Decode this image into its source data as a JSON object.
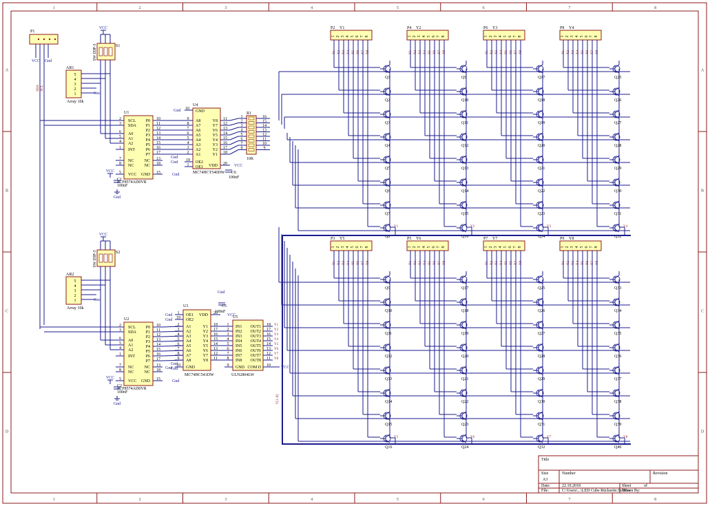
{
  "frame": {
    "columns": [
      "1",
      "2",
      "3",
      "4",
      "5",
      "6",
      "7",
      "8"
    ],
    "rows": [
      "A",
      "B",
      "C",
      "D"
    ]
  },
  "title_block": {
    "title_label": "Title",
    "size_label": "Size",
    "size_value": "A3",
    "number_label": "Number",
    "revision_label": "Revision",
    "date_label": "Date:",
    "date_value": "22.10.2018",
    "sheet_label": "Sheet",
    "sheet_of": "of",
    "file_label": "File:",
    "file_value": "C:\\Users\\...\\LED Cube Rückseite.SchDoc",
    "drawn_label": "Drawn By:"
  },
  "power": {
    "vcc": "VCC",
    "gnd": "Gnd"
  },
  "connector_p1": {
    "ref": "P1"
  },
  "sda_scl": [
    "SDA",
    "SCL"
  ],
  "blocks": [
    {
      "switch": {
        "ref": "S1",
        "type": "SW DIP-3"
      },
      "array": {
        "ref": "AR1",
        "value": "Array 10k",
        "pins": [
          "5",
          "4",
          "3",
          "2",
          "1"
        ]
      },
      "expander": {
        "ref": "U1",
        "part": "PCF8574AD0VR",
        "left_pins": [
          [
            "2",
            "SCL"
          ],
          [
            "3",
            "SDA"
          ],
          [
            "6",
            "A0"
          ],
          [
            "5",
            "A1"
          ],
          [
            "4",
            "A2"
          ],
          [
            "1",
            "INT"
          ],
          [
            "7",
            "NC"
          ],
          [
            "8",
            "NC"
          ],
          [
            "5",
            "VCC"
          ]
        ],
        "right_pins": [
          [
            "10",
            "P0"
          ],
          [
            "11",
            "P1"
          ],
          [
            "12",
            "P2"
          ],
          [
            "13",
            "P3"
          ],
          [
            "14",
            "P4"
          ],
          [
            "15",
            "P5"
          ],
          [
            "16",
            "P6"
          ],
          [
            "17",
            "P7"
          ],
          [
            "13",
            "NC"
          ],
          [
            "18",
            "NC"
          ],
          [
            "15",
            "GND"
          ]
        ]
      },
      "cap": {
        "ref": "C1",
        "value": "100nF"
      },
      "driver": {
        "ref": "U4",
        "part": "MC74HCT540DW",
        "left_pins": [
          [
            "9",
            "A8"
          ],
          [
            "8",
            "A7"
          ],
          [
            "7",
            "A6"
          ],
          [
            "6",
            "A5"
          ],
          [
            "5",
            "A4"
          ],
          [
            "4",
            "A3"
          ],
          [
            "3",
            "A2"
          ],
          [
            "2",
            "A1"
          ],
          [
            "19",
            "OE2"
          ],
          [
            "1",
            "OE1"
          ]
        ],
        "right_pins": [
          [
            "11",
            "Y8"
          ],
          [
            "12",
            "Y7"
          ],
          [
            "13",
            "Y6"
          ],
          [
            "14",
            "Y5"
          ],
          [
            "15",
            "Y4"
          ],
          [
            "16",
            "Y3"
          ],
          [
            "17",
            "Y2"
          ],
          [
            "18",
            "Y1"
          ],
          [
            "20",
            "VDD"
          ]
        ],
        "top_pin": [
          "10",
          "GND"
        ]
      },
      "cap2": {
        "ref": "C6",
        "value": "100nF"
      },
      "resistor": {
        "ref": "R1",
        "value": "10K",
        "left": [
          "1",
          "2",
          "3",
          "4",
          "5",
          "6",
          "7",
          "8"
        ],
        "right": [
          "16",
          "15",
          "14",
          "13",
          "12",
          "11",
          "10",
          "9"
        ]
      },
      "headers": [
        {
          "ref": "P2",
          "net": "Y1"
        },
        {
          "ref": "P4",
          "net": "Y2"
        },
        {
          "ref": "P6",
          "net": "Y3"
        },
        {
          "ref": "P8",
          "net": "Y4"
        }
      ],
      "transistor_start": 1
    },
    {
      "switch": {
        "ref": "S2",
        "type": "SW DIP-3"
      },
      "array": {
        "ref": "AR2",
        "value": "Array 10k",
        "pins": [
          "5",
          "4",
          "3",
          "2",
          "1"
        ]
      },
      "expander": {
        "ref": "U2",
        "part": "PCF8574AD0VR",
        "left_pins": [
          [
            "2",
            "SCL"
          ],
          [
            "3",
            "SDA"
          ],
          [
            "6",
            "A0"
          ],
          [
            "5",
            "A1"
          ],
          [
            "4",
            "A2"
          ],
          [
            "1",
            "INT"
          ],
          [
            "7",
            "NC"
          ],
          [
            "8",
            "NC"
          ],
          [
            "5",
            "VCC"
          ]
        ],
        "right_pins": [
          [
            "10",
            "P0"
          ],
          [
            "11",
            "P1"
          ],
          [
            "12",
            "P2"
          ],
          [
            "13",
            "P3"
          ],
          [
            "14",
            "P4"
          ],
          [
            "15",
            "P5"
          ],
          [
            "16",
            "P6"
          ],
          [
            "17",
            "P7"
          ],
          [
            "13",
            "NC"
          ],
          [
            "18",
            "NC"
          ],
          [
            "15",
            "GND"
          ]
        ]
      },
      "cap": {
        "ref": "C2",
        "value": "100nF"
      },
      "driver": {
        "ref": "U3",
        "part": "MC74HC541DW",
        "left_pins": [
          [
            "1",
            "OE1"
          ],
          [
            "19",
            "OE2"
          ],
          [
            "2",
            "A1"
          ],
          [
            "3",
            "A2"
          ],
          [
            "4",
            "A3"
          ],
          [
            "5",
            "A4"
          ],
          [
            "6",
            "A5"
          ],
          [
            "7",
            "A6"
          ],
          [
            "8",
            "A7"
          ],
          [
            "9",
            "A8"
          ],
          [
            "10",
            "GND"
          ]
        ],
        "right_pins": [
          [
            "20",
            "VDD"
          ],
          [
            "18",
            "Y1"
          ],
          [
            "17",
            "Y2"
          ],
          [
            "16",
            "Y3"
          ],
          [
            "15",
            "Y4"
          ],
          [
            "14",
            "Y5"
          ],
          [
            "13",
            "Y6"
          ],
          [
            "12",
            "Y7"
          ],
          [
            "11",
            "Y8"
          ]
        ]
      },
      "cap2": {
        "ref": "C5",
        "value": "100nF"
      },
      "uln": {
        "ref": "U5",
        "part": "ULN2804LW",
        "left_pins": [
          [
            "1",
            "IN1"
          ],
          [
            "2",
            "IN2"
          ],
          [
            "3",
            "IN3"
          ],
          [
            "4",
            "IN4"
          ],
          [
            "5",
            "IN5"
          ],
          [
            "6",
            "IN6"
          ],
          [
            "7",
            "IN7"
          ],
          [
            "8",
            "IN8"
          ],
          [
            "9",
            "GND"
          ]
        ],
        "right_pins": [
          [
            "18",
            "OUT1"
          ],
          [
            "17",
            "OUT2"
          ],
          [
            "16",
            "OUT3"
          ],
          [
            "15",
            "OUT4"
          ],
          [
            "14",
            "OUT5"
          ],
          [
            "13",
            "OUT6"
          ],
          [
            "12",
            "OUT7"
          ],
          [
            "11",
            "OUT8"
          ],
          [
            "10",
            "COM D"
          ]
        ],
        "out_nets": [
          "Y1",
          "Y2",
          "Y3",
          "Y4",
          "Y5",
          "Y6",
          "Y7",
          "Y8"
        ]
      },
      "headers": [
        {
          "ref": "P3",
          "net": "Y5"
        },
        {
          "ref": "P5",
          "net": "Y6"
        },
        {
          "ref": "P7",
          "net": "Y7"
        },
        {
          "ref": "P9",
          "net": "Y8"
        }
      ],
      "transistor_start": 9
    }
  ],
  "bus_label": "Y[1..8]",
  "header_pins": [
    "1",
    "2",
    "3",
    "4",
    "5",
    "6",
    "7",
    "8"
  ],
  "header_nets": [
    "X1",
    "X2",
    "X3",
    "X4",
    "X5",
    "X6",
    "X7",
    "X8"
  ]
}
